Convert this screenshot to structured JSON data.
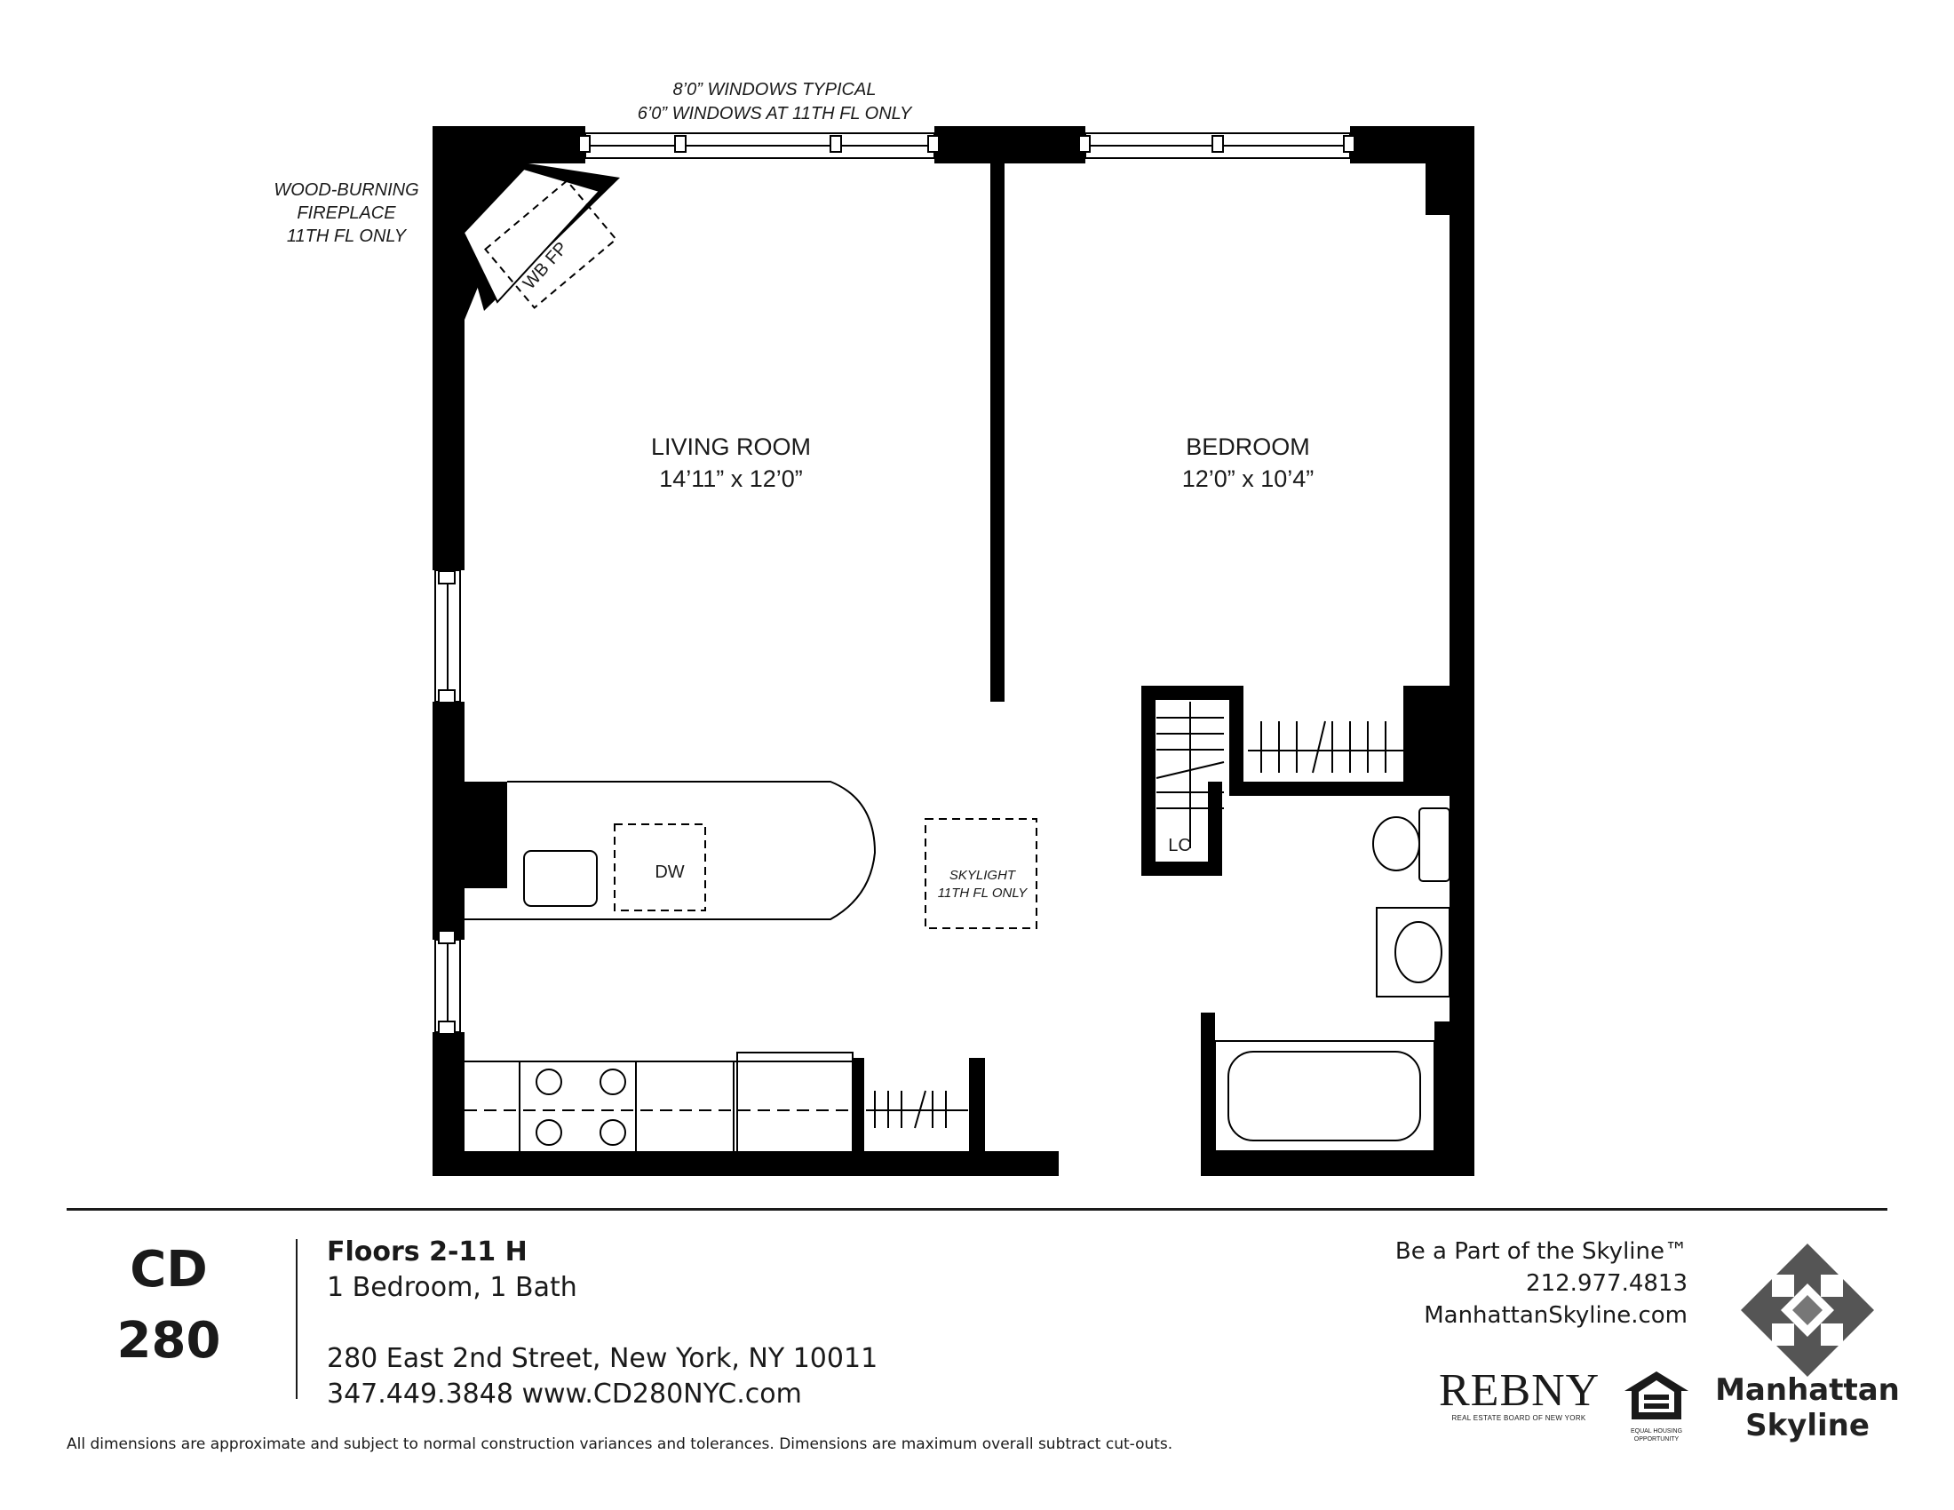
{
  "plan": {
    "window_note_1": "8’0” WINDOWS TYPICAL",
    "window_note_2": "6’0” WINDOWS AT 11TH FL ONLY",
    "fireplace_note_1": "WOOD-BURNING",
    "fireplace_note_2": "FIREPLACE",
    "fireplace_note_3": "11TH FL ONLY",
    "fireplace_tag": "WB FP",
    "living_room_name": "LIVING ROOM",
    "living_room_dims": "14’11” x 12’0”",
    "bedroom_name": "BEDROOM",
    "bedroom_dims": "12’0” x 10’4”",
    "dishwasher_tag": "DW",
    "skylight_1": "SKYLIGHT",
    "skylight_2": "11TH FL ONLY",
    "linen_closet_tag": "LC"
  },
  "footer": {
    "code_line1": "CD",
    "code_line2": "280",
    "floors": "Floors 2-11 H",
    "layout": "1 Bedroom, 1 Bath",
    "address": "280 East 2nd Street, New York, NY 10011",
    "phone_web": "347.449.3848 www.CD280NYC.com",
    "tagline": "Be a Part of the Skyline™",
    "agency_phone": "212.977.4813",
    "agency_web": "ManhattanSkyline.com",
    "rebny_word": "REBNY",
    "rebny_sub": "REAL ESTATE BOARD OF NEW YORK",
    "eho_line1": "EQUAL HOUSING",
    "eho_line2": "OPPORTUNITY",
    "brand_line1": "Manhattan",
    "brand_line2": "Skyline",
    "disclaimer": "All dimensions are approximate and subject to normal construction variances and tolerances. Dimensions are maximum overall subtract cut-outs."
  },
  "colors": {
    "wall": "#000000",
    "line": "#1a1a1a",
    "logo": "#555555"
  }
}
